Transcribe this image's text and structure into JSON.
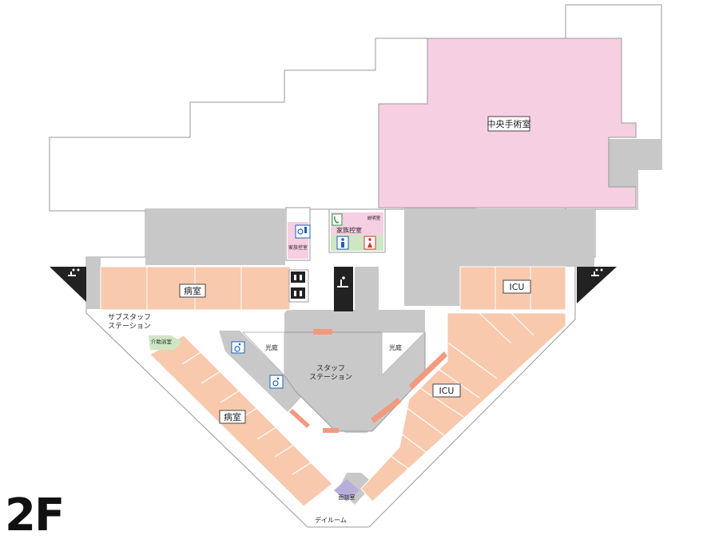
{
  "floor": "2F",
  "colors": {
    "outline": "#9a9a9a",
    "gray": "#c8c8c8",
    "ward": "#f8c9ad",
    "surgery": "#f6cfe2",
    "accent": "#f29a80",
    "green": "#cfe6c4",
    "pink_light": "#f6cfe2",
    "purple": "#b9addb",
    "black": "#222222",
    "blue": "#1e5fb5",
    "red": "#d83030",
    "green_icon": "#2f9a4a"
  },
  "rooms": {
    "surgery": "中央手術室",
    "ward_top": "病室",
    "ward_bottom": "病室",
    "icu_top": "ICU",
    "icu_bottom": "ICU",
    "staff_station": [
      "スタッフ",
      "ステーション"
    ],
    "sub_staff_station": [
      "サブスタッフ",
      "ステーション"
    ],
    "courtyard_left": "光庭",
    "courtyard_right": "光庭",
    "family_waiting_top": "家族控室",
    "family_waiting_side": "家族控室",
    "explanation_room": "説明室",
    "bathing_room": "介助浴室",
    "interview_room": "面談室",
    "dayroom": "デイルーム"
  },
  "icons": [
    "wheelchair-toilet-icon",
    "telephone-icon",
    "mens-toilet-icon",
    "womens-toilet-icon",
    "elevator-icon",
    "stairs-icon",
    "escalator-icon"
  ]
}
